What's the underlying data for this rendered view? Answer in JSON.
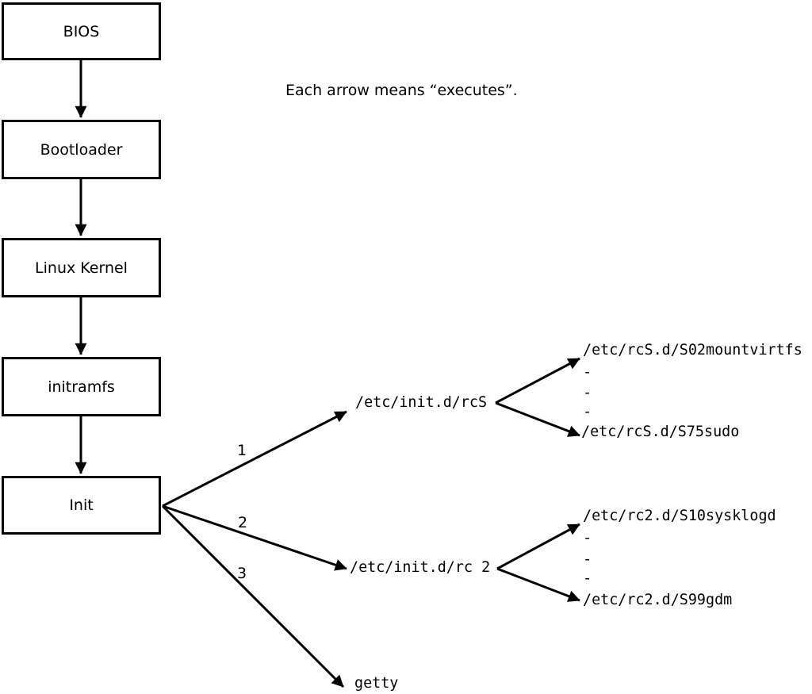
{
  "note": "Each arrow means “executes”.",
  "flow": [
    "BIOS",
    "Bootloader",
    "Linux Kernel",
    "initramfs",
    "Init"
  ],
  "arrow_numbers": [
    "1",
    "2",
    "3"
  ],
  "level1": [
    "/etc/init.d/rcS",
    "/etc/init.d/rc 2",
    "getty"
  ],
  "rcS_scripts": [
    "/etc/rcS.d/S02mountvirtfs",
    "-",
    "-",
    "-",
    "/etc/rcS.d/S75sudo"
  ],
  "rc2_scripts": [
    "/etc/rc2.d/S10sysklogd",
    "-",
    "-",
    "-",
    "/etc/rc2.d/S99gdm"
  ],
  "colors": {
    "ink": "#000000",
    "background": "#ffffff"
  }
}
